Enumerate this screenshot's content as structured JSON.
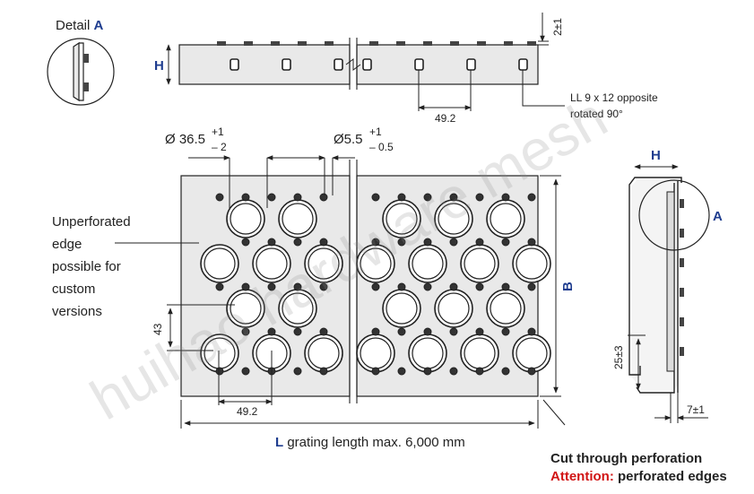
{
  "detail": {
    "label_prefix": "Detail",
    "label_letter": "A"
  },
  "side_view": {
    "height_label": "H",
    "tolerance_top": "2±1",
    "slot_pitch": "49.2",
    "slot_note_line1": "LL 9 x 12 opposite",
    "slot_note_line2": "rotated 90°"
  },
  "plan_view": {
    "large_hole_dia": "Ø 36.5",
    "large_hole_tol_plus": "+1",
    "large_hole_tol_minus": "– 2",
    "small_hole_dia": "Ø5.5",
    "small_hole_tol_plus": "+1",
    "small_hole_tol_minus": "– 0.5",
    "row_pitch": "43",
    "hole_pitch": "49.2",
    "width_label": "B",
    "length_letter": "L",
    "length_text": "grating length max. 6,000 mm",
    "edge_note": [
      "Unperforated",
      "edge",
      "possible for",
      "custom",
      "versions"
    ]
  },
  "section_view": {
    "height_label": "H",
    "detail_letter": "A",
    "flange_dim": "25±3",
    "lip_dim": "7±1"
  },
  "notes": {
    "cut_through": "Cut through perforation",
    "attention_label": "Attention:",
    "attention_text": "perforated edges"
  },
  "watermark": "huihao hardware mesh",
  "colors": {
    "accent_blue": "#1f3d8f",
    "attention_red": "#d11414",
    "panel_fill": "#e9e9e9",
    "line": "#222222"
  }
}
